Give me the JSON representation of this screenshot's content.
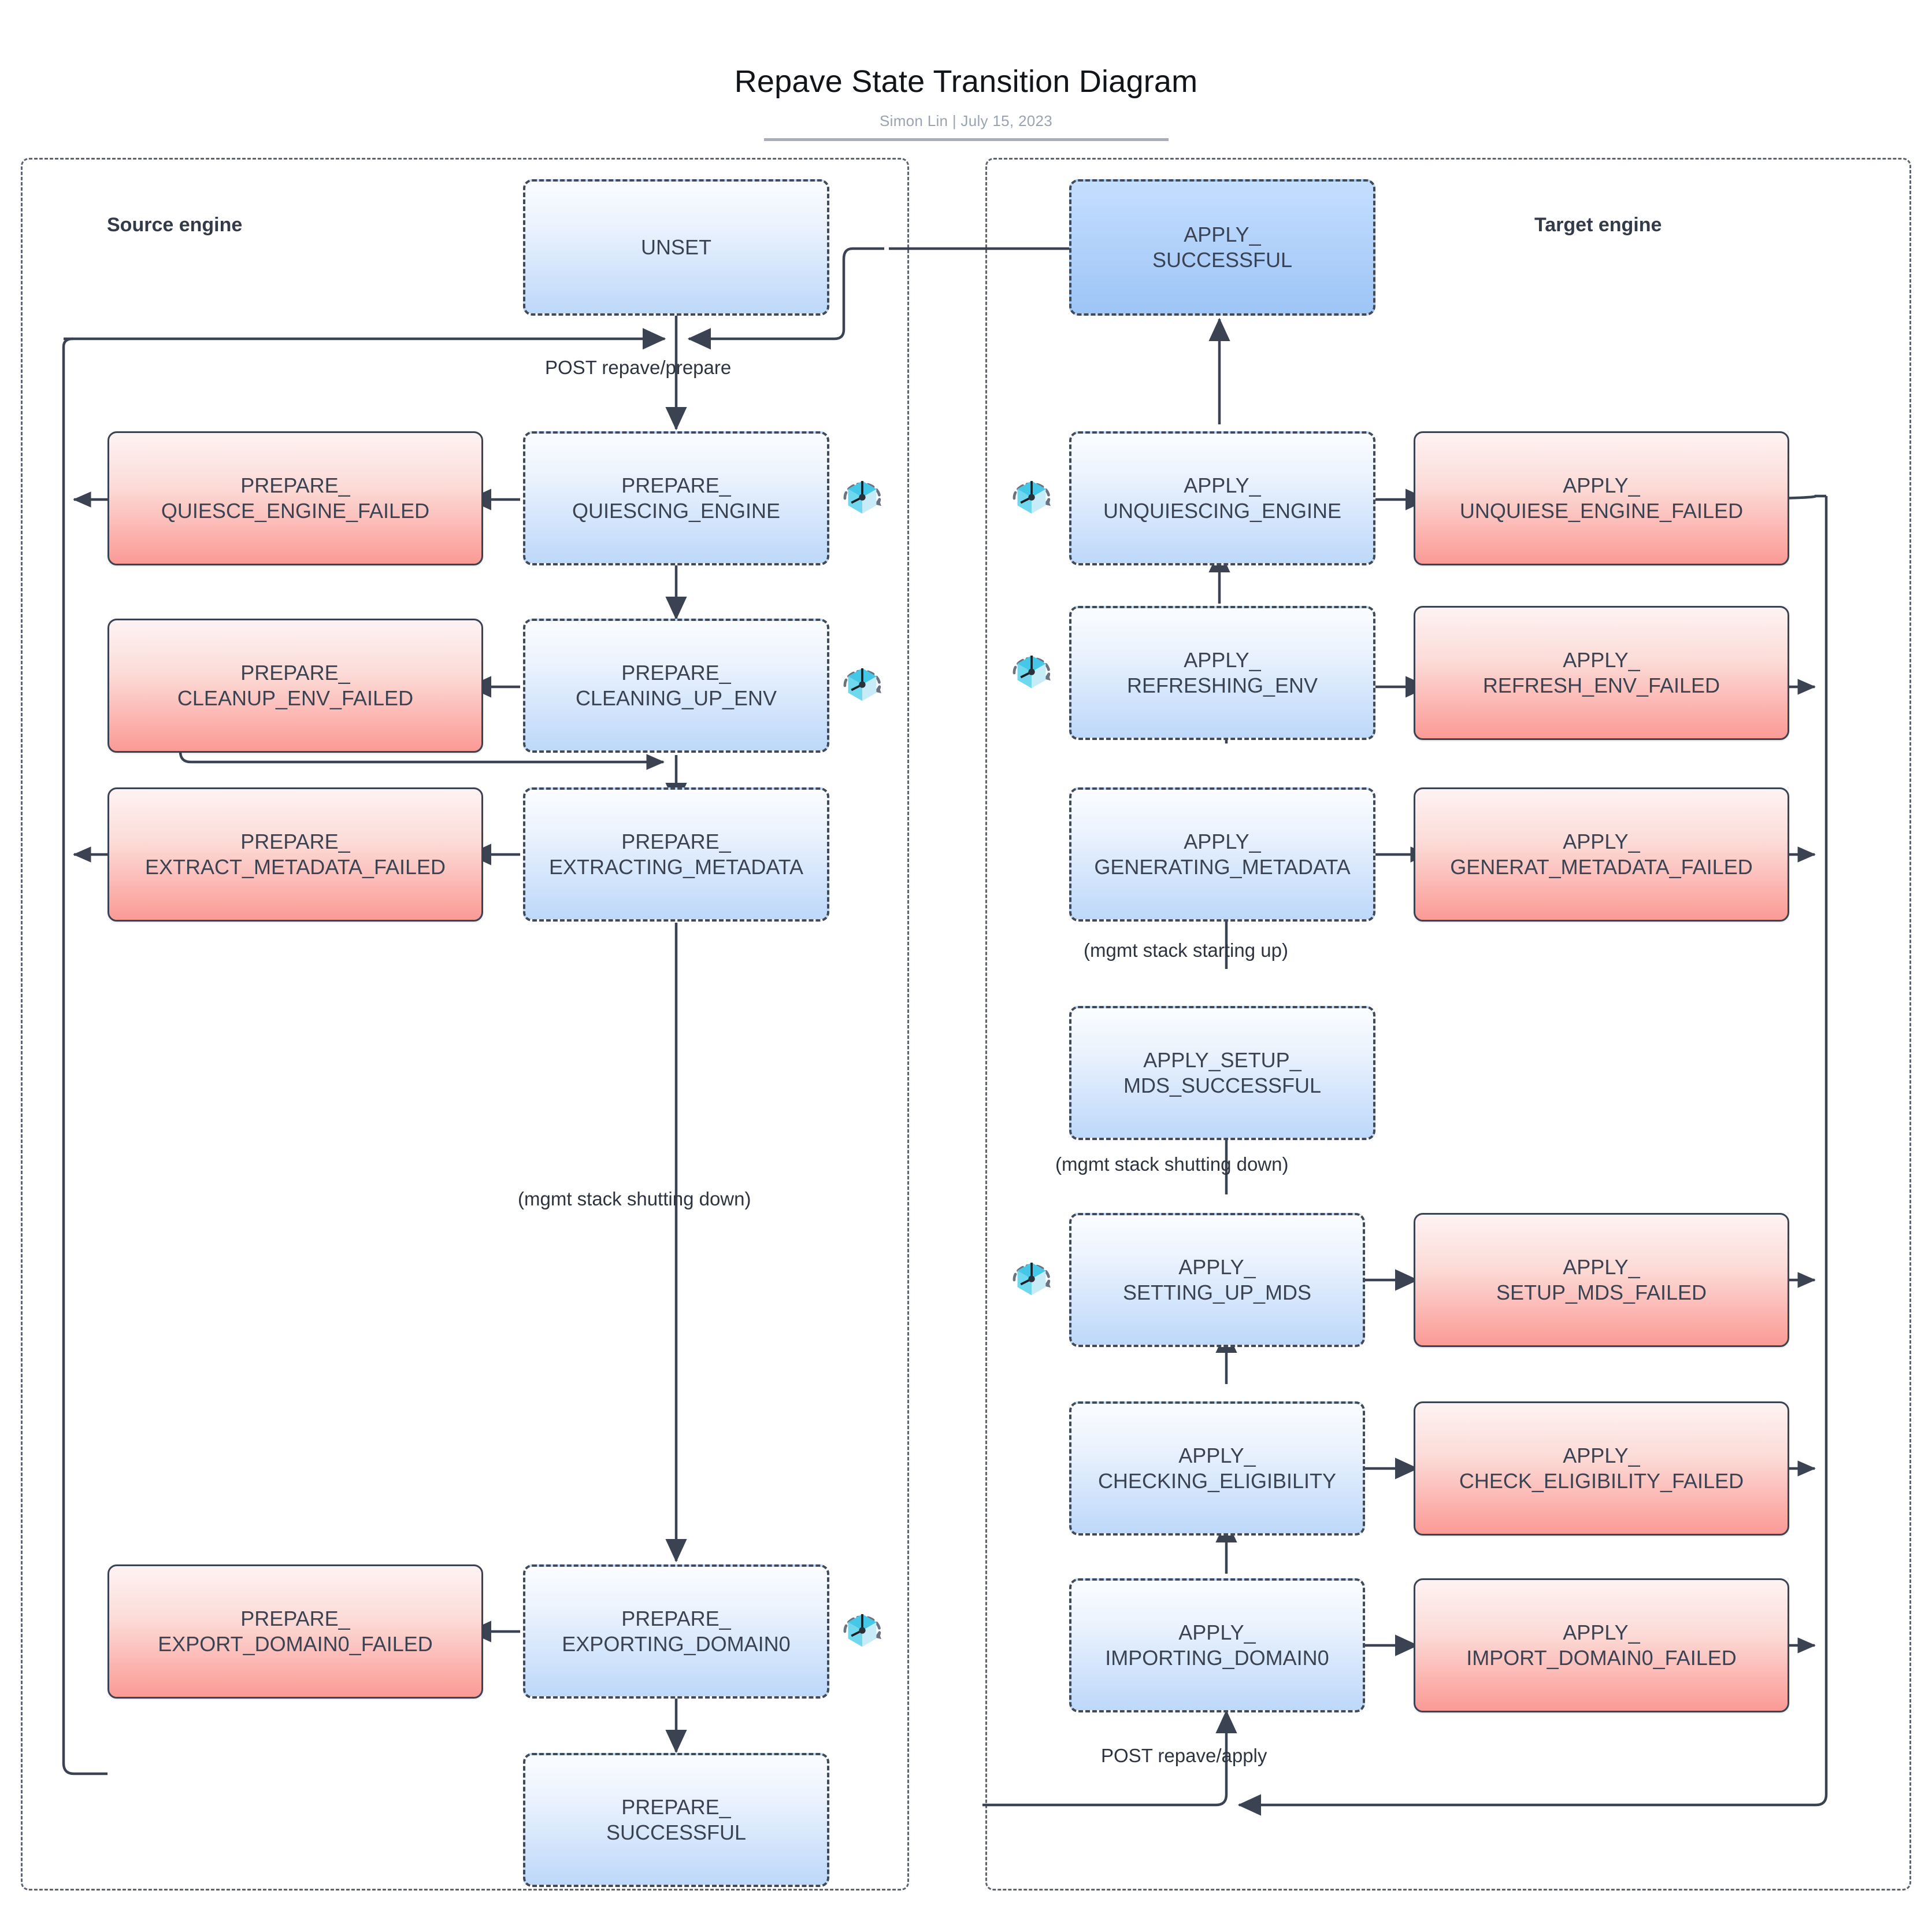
{
  "header": {
    "title": "Repave State Transition Diagram",
    "byline": "Simon Lin  |  July 15, 2023"
  },
  "lanes": [
    {
      "id": "source",
      "title": "Source engine"
    },
    {
      "id": "target",
      "title": "Target engine"
    }
  ],
  "nodes": {
    "unset": {
      "label": "UNSET",
      "kind": "progress"
    },
    "prepare_quiescing_engine": {
      "label": "PREPARE_\nQUIESCING_ENGINE",
      "kind": "progress"
    },
    "prepare_quiesce_engine_failed": {
      "label": "PREPARE_\nQUIESCE_ENGINE_FAILED",
      "kind": "failed"
    },
    "prepare_cleaning_up_env": {
      "label": "PREPARE_\nCLEANING_UP_ENV",
      "kind": "progress"
    },
    "prepare_cleanup_env_failed": {
      "label": "PREPARE_\nCLEANUP_ENV_FAILED",
      "kind": "failed"
    },
    "prepare_extracting_metadata": {
      "label": "PREPARE_\nEXTRACTING_METADATA",
      "kind": "progress"
    },
    "prepare_extract_metadata_failed": {
      "label": "PREPARE_\nEXTRACT_METADATA_FAILED",
      "kind": "failed"
    },
    "prepare_exporting_domain0": {
      "label": "PREPARE_\nEXPORTING_DOMAIN0",
      "kind": "progress"
    },
    "prepare_export_domain0_failed": {
      "label": "PREPARE_\nEXPORT_DOMAIN0_FAILED",
      "kind": "failed"
    },
    "prepare_successful": {
      "label": "PREPARE_\nSUCCESSFUL",
      "kind": "progress"
    },
    "apply_successful": {
      "label": "APPLY_\nSUCCESSFUL",
      "kind": "terminal"
    },
    "apply_unquiescing_engine": {
      "label": "APPLY_\nUNQUIESCING_ENGINE",
      "kind": "progress"
    },
    "apply_unquiese_engine_failed": {
      "label": "APPLY_\nUNQUIESE_ENGINE_FAILED",
      "kind": "failed"
    },
    "apply_refreshing_env": {
      "label": "APPLY_\nREFRESHING_ENV",
      "kind": "progress"
    },
    "apply_refresh_env_failed": {
      "label": "APPLY_\nREFRESH_ENV_FAILED",
      "kind": "failed"
    },
    "apply_generating_metadata": {
      "label": "APPLY_\nGENERATING_METADATA",
      "kind": "progress"
    },
    "apply_generat_metadata_failed": {
      "label": "APPLY_\nGENERAT_METADATA_FAILED",
      "kind": "failed"
    },
    "apply_setup_mds_successful": {
      "label": "APPLY_SETUP_\nMDS_SUCCESSFUL",
      "kind": "progress"
    },
    "apply_setting_up_mds": {
      "label": "APPLY_\nSETTING_UP_MDS",
      "kind": "progress"
    },
    "apply_setup_mds_failed": {
      "label": "APPLY_\nSETUP_MDS_FAILED",
      "kind": "failed"
    },
    "apply_checking_eligibility": {
      "label": "APPLY_\nCHECKING_ELIGIBILITY",
      "kind": "progress"
    },
    "apply_check_eligibility_failed": {
      "label": "APPLY_\nCHECK_ELIGIBILITY_FAILED",
      "kind": "failed"
    },
    "apply_importing_domain0": {
      "label": "APPLY_\nIMPORTING_DOMAIN0",
      "kind": "progress"
    },
    "apply_import_domain0_failed": {
      "label": "APPLY_\nIMPORT_DOMAIN0_FAILED",
      "kind": "failed"
    }
  },
  "edge_labels": {
    "post_repave_prepare": "POST repave/prepare",
    "mgmt_stack_shutting_down_source": "(mgmt stack shutting down)",
    "mgmt_stack_starting_up": "(mgmt stack starting up)",
    "mgmt_stack_shutting_down_target": "(mgmt stack shutting down)",
    "post_repave_apply": "POST repave/apply"
  },
  "icons": {
    "timer": "timer-cube-icon"
  },
  "colors": {
    "progress_fill_top": "#fbfdff",
    "progress_fill_bottom": "#bdd8fa",
    "terminal_fill_top": "#c5deff",
    "terminal_fill_bottom": "#9dc5f6",
    "failed_fill_top": "#fdf3f2",
    "failed_fill_bottom": "#fb9a95",
    "stroke": "#3b4352",
    "lane_border": "#5c6470",
    "icon_cube": "#45c8e8",
    "title_rule": "#a7aeba"
  }
}
